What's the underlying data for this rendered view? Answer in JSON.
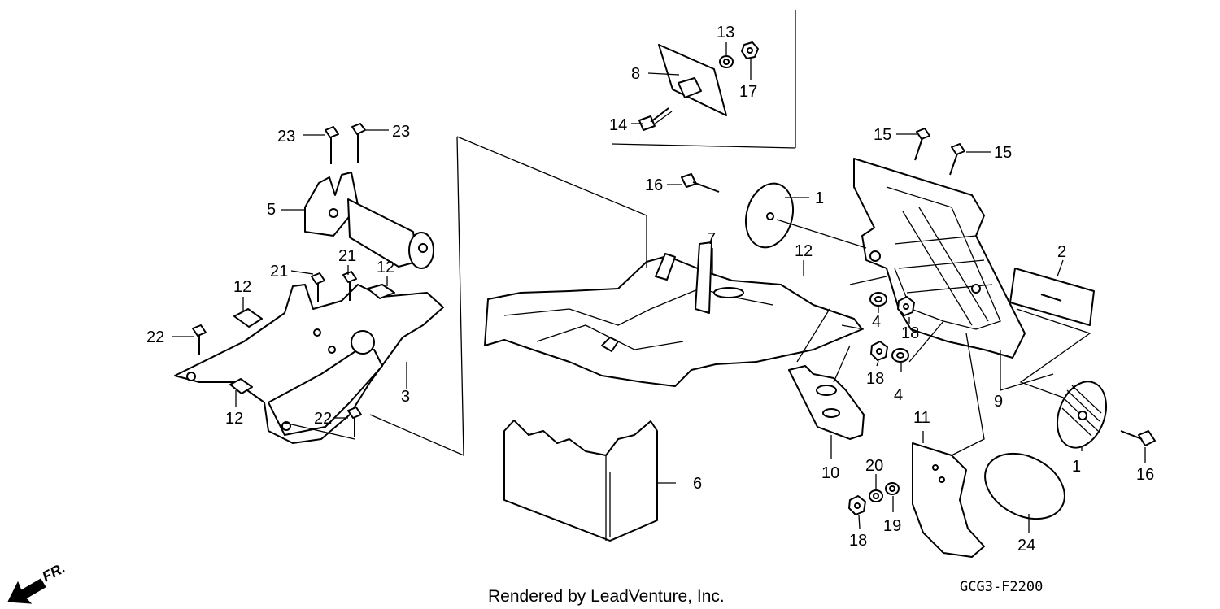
{
  "diagram": {
    "callouts": {
      "c1a": "1",
      "c1b": "1",
      "c2": "2",
      "c3": "3",
      "c4a": "4",
      "c4b": "4",
      "c5": "5",
      "c6": "6",
      "c7": "7",
      "c8": "8",
      "c9": "9",
      "c10": "10",
      "c11": "11",
      "c12a": "12",
      "c12b": "12",
      "c12c": "12",
      "c12d": "12",
      "c13": "13",
      "c14": "14",
      "c15a": "15",
      "c15b": "15",
      "c16a": "16",
      "c16b": "16",
      "c17": "17",
      "c18a": "18",
      "c18b": "18",
      "c18c": "18",
      "c19": "19",
      "c20": "20",
      "c21a": "21",
      "c21b": "21",
      "c22a": "22",
      "c22b": "22",
      "c23a": "23",
      "c23b": "23",
      "c24": "24"
    },
    "front_marker": "FR.",
    "rendered_by": "Rendered by LeadVenture, Inc.",
    "diagram_code": "GCG3-F2200"
  },
  "colors": {
    "line": "#000000",
    "background": "#ffffff"
  }
}
